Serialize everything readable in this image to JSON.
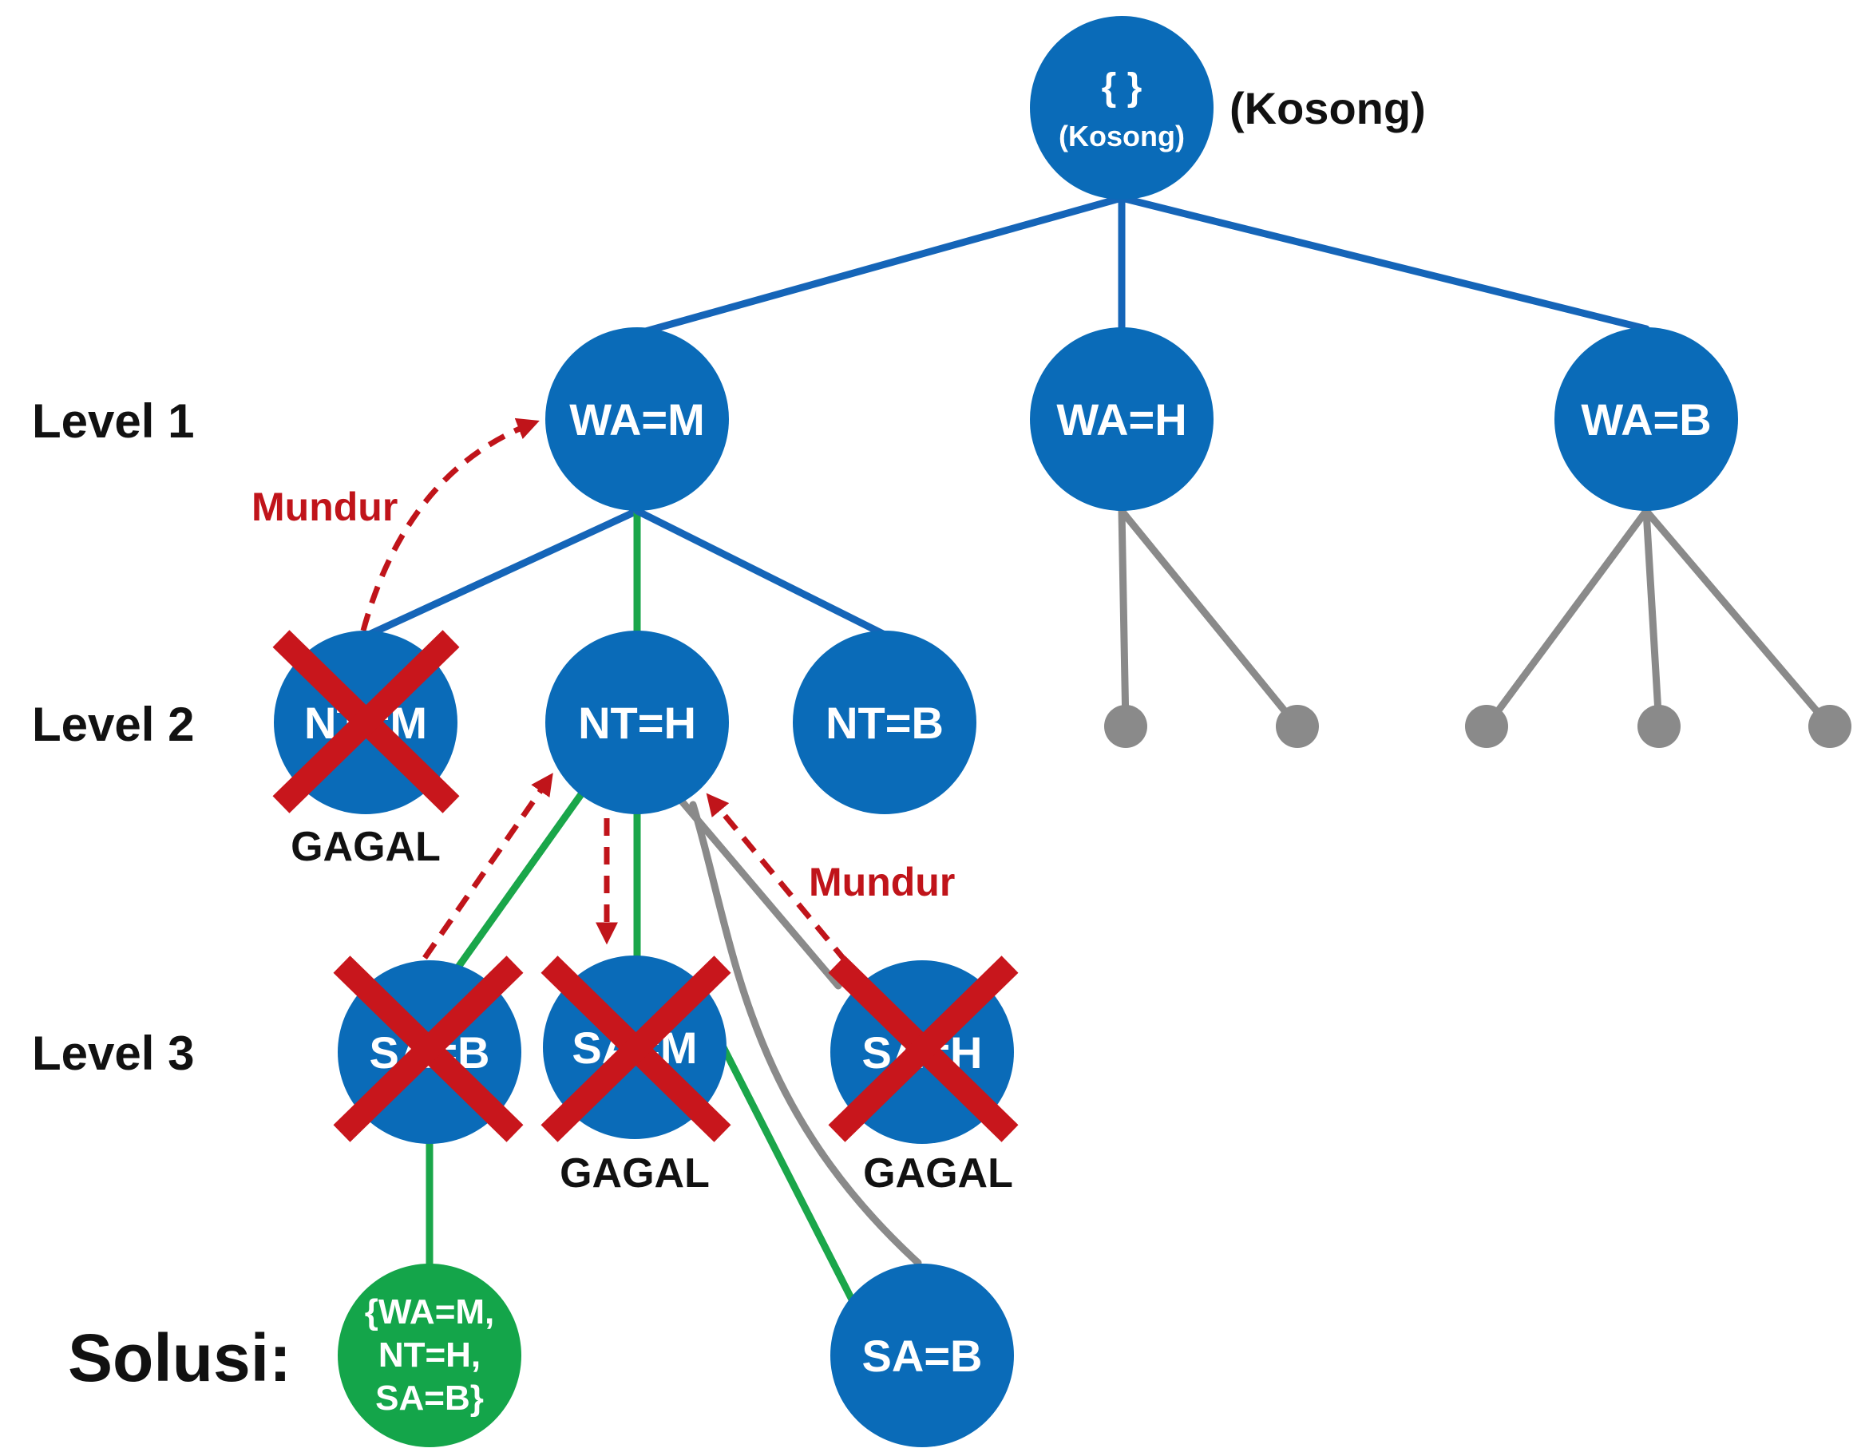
{
  "colors": {
    "node_blue": "#0a6bb8",
    "node_green": "#14a54a",
    "edge_blue": "#1565b8",
    "edge_green": "#1aa64a",
    "edge_gray": "#8a8a8a",
    "fail_red": "#c8161c",
    "backtrack_red": "#c0141a",
    "label_dark": "#111111"
  },
  "root": {
    "line1": "{ }",
    "line2": "(Kosong)",
    "side_label": "(Kosong)"
  },
  "levels": {
    "level1": "Level 1",
    "level2": "Level 2",
    "level3": "Level 3",
    "solution": "Solusi:"
  },
  "level1_nodes": {
    "wa_m": "WA=M",
    "wa_h": "WA=H",
    "wa_b": "WA=B"
  },
  "level2_nodes": {
    "nt_m": "NT=M",
    "nt_h": "NT=H",
    "nt_b": "NT=B"
  },
  "level3_nodes": {
    "sa_b": "SA=B",
    "sa_m": "SA=M",
    "sa_h": "SA=H"
  },
  "leaf_nodes": {
    "sa_b_lower": "SA=B"
  },
  "solution_node": {
    "line1": "{WA=M,",
    "line2": "NT=H,",
    "line3": "SA=B}"
  },
  "status_labels": {
    "fail": "GAGAL",
    "backtrack": "Mundur"
  }
}
